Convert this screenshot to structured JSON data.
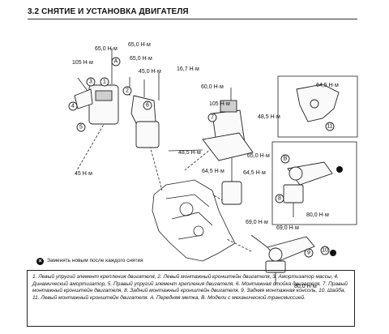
{
  "title": "3.2 СНЯТИЕ И УСТАНОВКА ДВИГАТЕЛЯ",
  "torques": {
    "t1": "65,0 Н·м",
    "t2": "65,0 Н·м",
    "t3": "65,0 Н·м",
    "t4": "105 Н·м",
    "t5": "45,0 Н·м",
    "t6": "16,7 Н·м",
    "t7": "60,0 Н·м",
    "t8": "105 Н·м",
    "t9": "48,5 Н·м",
    "t10": "48,5 Н·м",
    "t11": "65,0 Н·м",
    "t12": "64,5 Н·м",
    "t13": "64,5 Н·м",
    "t14": "45 Н·м",
    "t15": "64,5 Н·м",
    "t16": "80,0 Н·м",
    "t17": "69,0 Н·м",
    "t18": "69,0 Н·м",
    "t19": "80,0 Н·м"
  },
  "callouts": [
    "1",
    "2",
    "3",
    "4",
    "5",
    "6",
    "7",
    "8",
    "9",
    "10",
    "11",
    "A",
    "B"
  ],
  "note": "Заменять новым после каждого снятия",
  "legend": "1. Левый упругий элемент крепления двигателя, 2. Левый монтажный кронштейн двигателя, 3. Амортизатор массы, 4. Динамический амортизатор, 5. Правый упругий элемент крепления двигателя, 6. Монтажная стойка двигателя, 7. Правый монтажный кронштейн двигателя, 8. Задний монтажный кронштейн двигателя, 9. Задняя монтажная консоль, 10. Шайба, 11. Левый монтажный кронштейн двигателя. А. Передняя метка, В. Модели с механической трансмиссией."
}
